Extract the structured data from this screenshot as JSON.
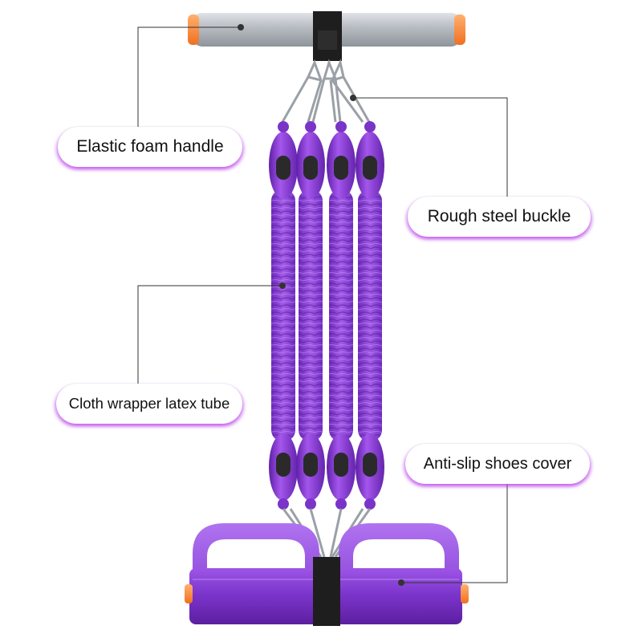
{
  "callouts": {
    "handle": "Elastic foam handle",
    "buckle": "Rough steel buckle",
    "tube": "Cloth wrapper latex tube",
    "cover": "Anti-slip shoes cover"
  },
  "colors": {
    "tube_purple": "#8a3fd4",
    "foam_grey": "#b9bdc2",
    "end_cap_orange": "#ff8a30",
    "callout_glow": "#b93ceb",
    "leader_line": "#333333"
  }
}
